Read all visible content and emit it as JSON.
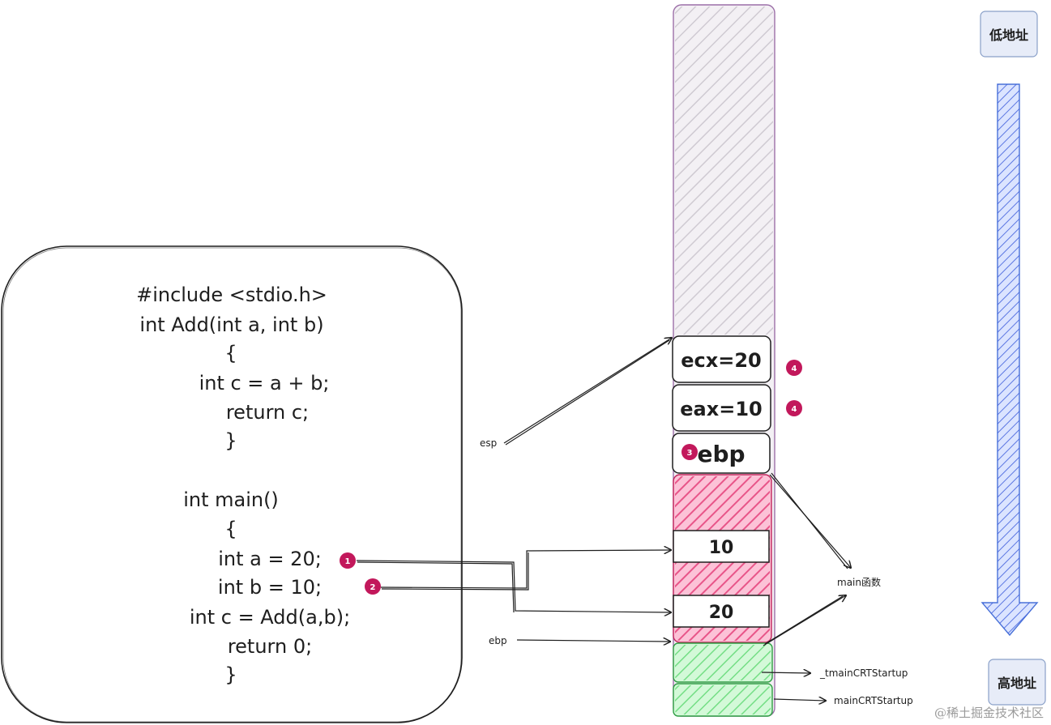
{
  "code": {
    "lines": [
      "#include <stdio.h>",
      "int Add(int a, int b)",
      "{",
      "int c = a + b;",
      "return c;",
      "}",
      "int main()",
      "{",
      "int a = 20;",
      "int b = 10;",
      "int c = Add(a,b);",
      "return 0;",
      "}"
    ]
  },
  "stack": {
    "cells": {
      "ecx": "ecx=20",
      "eax": "eax=10",
      "ebp": "ebp",
      "b_value": "10",
      "a_value": "20"
    }
  },
  "badges": {
    "b1": "1",
    "b2": "2",
    "b3": "3",
    "b4a": "4",
    "b4b": "4"
  },
  "labels": {
    "esp": "esp",
    "ebp": "ebp",
    "main_func": "main函数",
    "tmain_crt": "_tmainCRTStartup",
    "main_crt": "mainCRTStartup",
    "low_addr": "低地址",
    "high_addr": "高地址"
  },
  "colors": {
    "badge": "#c2185b",
    "main_frame_fill": "#f06595",
    "crt_fill": "#b2f2bb",
    "crt_stroke": "#2f9e44",
    "stack_fill": "#e9e3ec",
    "arrow_blue": "#4a72d8",
    "addr_box": "#dbe4ff"
  },
  "watermark": "@稀土掘金技术社区"
}
